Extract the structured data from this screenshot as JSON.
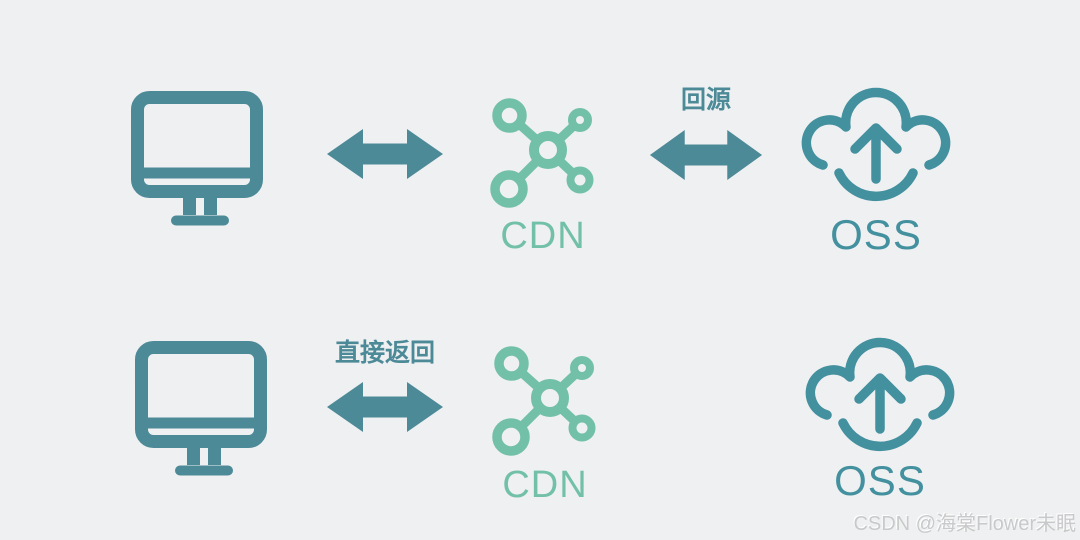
{
  "colors": {
    "background": "#eff0f1",
    "teal": "#4d8a98",
    "teal_cloud": "#43909f",
    "green": "#73c0a8",
    "watermark_gray": "#c8c9ca"
  },
  "rows": [
    {
      "name": "origin-fetch-flow",
      "client_icon": "monitor-icon",
      "client_cdn_arrow": {
        "icon": "double-arrow-icon",
        "label": ""
      },
      "cdn": {
        "icon": "network-nodes-icon",
        "label": "CDN"
      },
      "cdn_oss_arrow": {
        "icon": "double-arrow-icon",
        "label": "回源"
      },
      "oss": {
        "icon": "cloud-upload-icon",
        "label": "OSS"
      }
    },
    {
      "name": "cache-hit-flow",
      "client_icon": "monitor-icon",
      "client_cdn_arrow": {
        "icon": "double-arrow-icon",
        "label": "直接返回"
      },
      "cdn": {
        "icon": "network-nodes-icon",
        "label": "CDN"
      },
      "oss": {
        "icon": "cloud-upload-icon",
        "label": "OSS"
      }
    }
  ],
  "watermark": "CSDN @海棠Flower未眠"
}
